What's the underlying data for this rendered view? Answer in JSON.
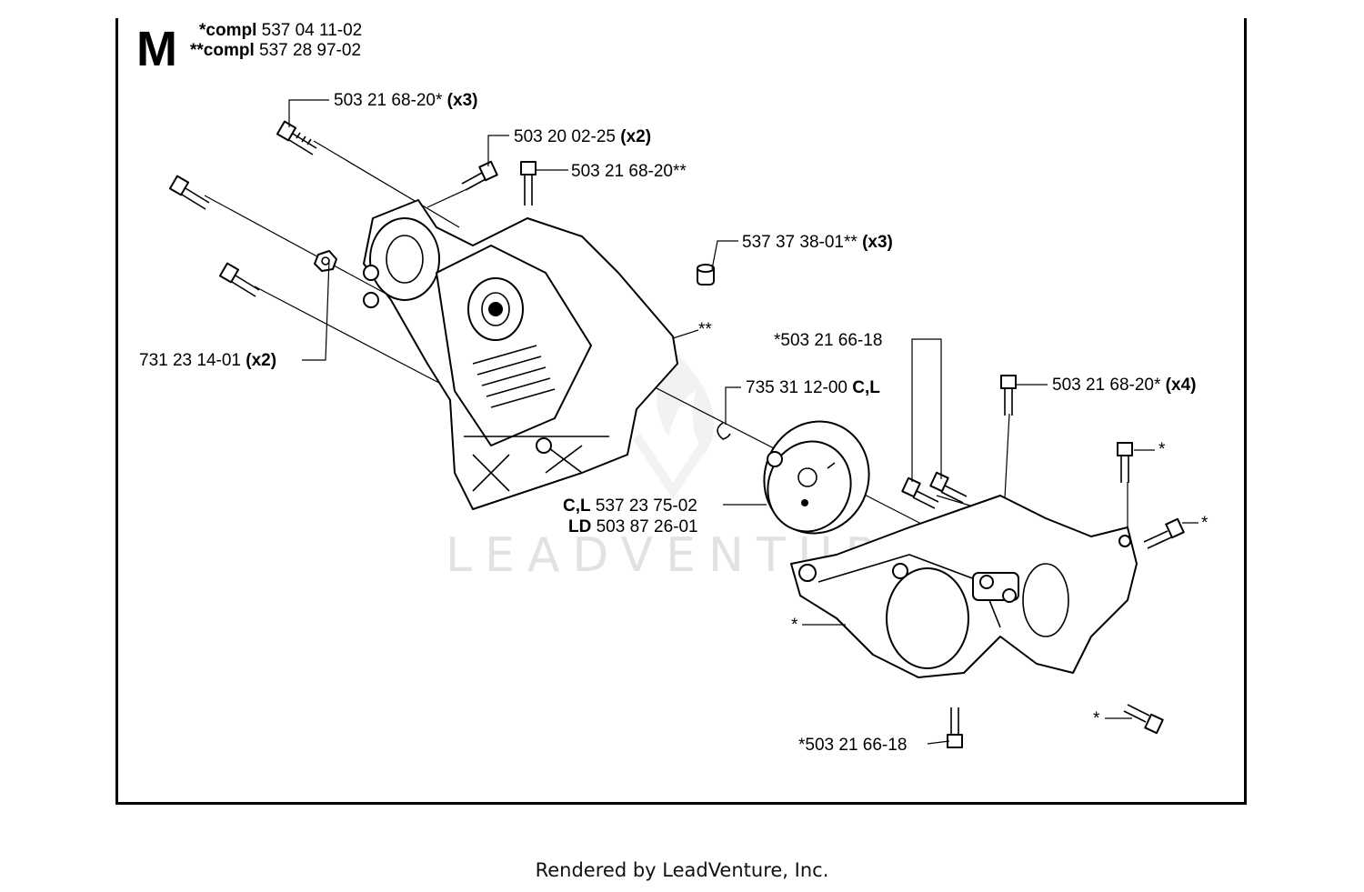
{
  "section": {
    "letter": "M"
  },
  "kits": [
    {
      "prefix": "*compl",
      "number": "537 04 11-02"
    },
    {
      "prefix": "**compl",
      "number": "537 28 97-02"
    }
  ],
  "callouts": {
    "c1": {
      "number": "503 21 68-20*",
      "qty": "(x3)"
    },
    "c2": {
      "number": "503 20 02-25",
      "qty": "(x2)"
    },
    "c3": {
      "number": "503 21 68-20**"
    },
    "c4": {
      "number": "537 37 38-01**",
      "qty": "(x3)"
    },
    "c5": {
      "number": "731 23 14-01",
      "qty": "(x2)"
    },
    "c6": {
      "text": "**"
    },
    "c7": {
      "number": "*503 21 66-18"
    },
    "c8": {
      "number": "503 21 68-20*",
      "qty": "(x4)"
    },
    "c9": {
      "number": "735 31 12-00",
      "tag": "C,L"
    },
    "c10": {
      "tag": "C,L",
      "number": "537 23 75-02"
    },
    "c11": {
      "tag": "LD",
      "number": "503 87 26-01"
    },
    "c12": {
      "text": "*"
    },
    "c13": {
      "text": "*"
    },
    "c14": {
      "text": "*"
    },
    "c15": {
      "text": "*"
    },
    "c16": {
      "number": "*503 21 66-18"
    }
  },
  "watermark": "LEADVENTURE",
  "footer": "Rendered by LeadVenture, Inc."
}
